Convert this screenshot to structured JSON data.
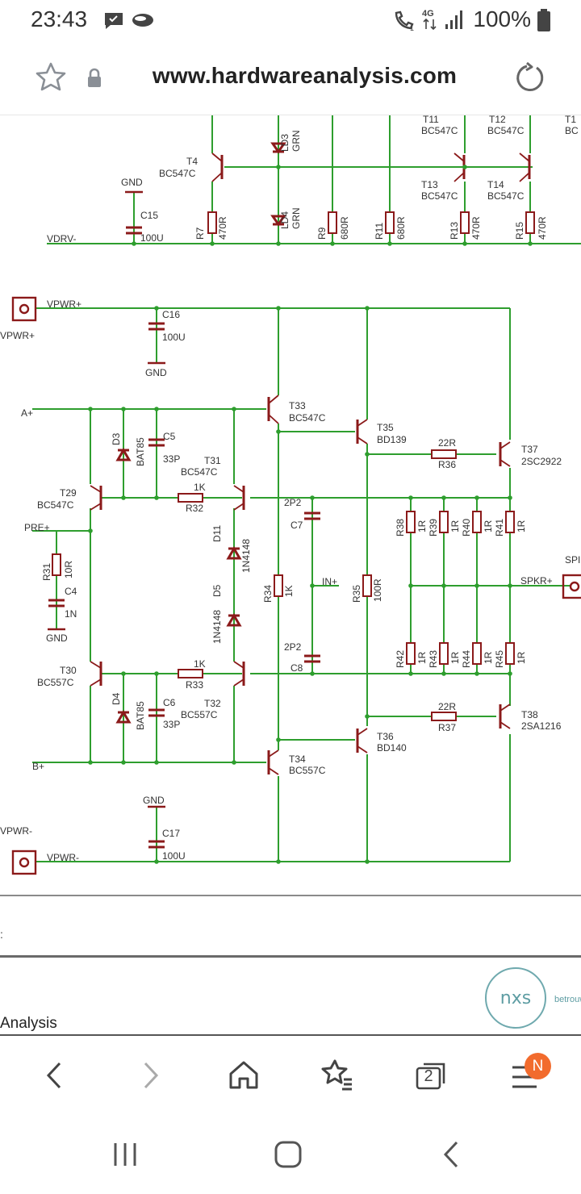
{
  "status_bar": {
    "time": "23:43",
    "battery": "100%",
    "network": "4G",
    "icons": [
      "message-icon",
      "cloud-icon",
      "wifi-call-icon",
      "signal-icon",
      "battery-icon"
    ]
  },
  "address_bar": {
    "url": "www.hardwareanalysis.com",
    "icons": [
      "star-icon",
      "lock-icon",
      "reload-icon"
    ]
  },
  "page": {
    "footer_text": "Analysis",
    "small_mark": ":",
    "logo_text": "nxs",
    "logo_tagline": "betrouw"
  },
  "schematic": {
    "line_color": "#2e9e2e",
    "part_color": "#8b1a1a",
    "labels": {
      "t11": "T11",
      "t11v": "BC547C",
      "t12": "T12",
      "t12v": "BC547C",
      "t15": "T1",
      "t15v": "BC",
      "t4": "T4",
      "t4v": "BC547C",
      "ld3": "LD3",
      "ld3v": "GRN",
      "ld4": "LD4",
      "ld4v": "GRN",
      "t13": "T13",
      "t13v": "BC547C",
      "t14": "T14",
      "t14v": "BC547C",
      "gnd1": "GND",
      "c15": "C15",
      "c15v": "100U",
      "r7": "R7",
      "r7v": "470R",
      "r9": "R9",
      "r9v": "680R",
      "r11": "R11",
      "r11v": "680R",
      "r13": "R13",
      "r13v": "470R",
      "r15": "R15",
      "r15v": "470R",
      "vdrv": "VDRV-",
      "vpwrp": "VPWR+",
      "vpwrp2": "VPWR+",
      "c16": "C16",
      "c16v": "100U",
      "gnd2": "GND",
      "ap": "A+",
      "t33": "T33",
      "t33v": "BC547C",
      "t35": "T35",
      "t35v": "BD139",
      "t37": "T37",
      "t37v": "2SC2922",
      "r36v": "22R",
      "r36": "R36",
      "d3": "D3",
      "d3v": "BAT85",
      "c5": "C5",
      "c5v": "33P",
      "t31": "T31",
      "t31v": "BC547C",
      "t29": "T29",
      "t29v": "BC547C",
      "r32v": "1K",
      "r32": "R32",
      "c7v": "2P2",
      "c7": "C7",
      "r38": "R38",
      "r39": "R39",
      "r40": "R40",
      "r41": "R41",
      "r1r": "1R",
      "pre": "PRE+",
      "d11": "D11",
      "d11v": "1N4148",
      "d5": "D5",
      "d5v": "1N4148",
      "r31": "R31",
      "r31v": "10R",
      "c4": "C4",
      "c4v": "1N",
      "gnd3": "GND",
      "r34": "R34",
      "r34v": "1K",
      "inp": "IN+",
      "r35": "R35",
      "r35v": "100R",
      "spkr": "SPKR+",
      "spk": "SPI",
      "c8v": "2P2",
      "c8": "C8",
      "r42": "R42",
      "r43": "R43",
      "r44": "R44",
      "r45": "R45",
      "t30": "T30",
      "t30v": "BC557C",
      "r33v": "1K",
      "r33": "R33",
      "d4": "D4",
      "d4v": "BAT85",
      "c6": "C6",
      "c6v": "33P",
      "t32": "T32",
      "t32v": "BC557C",
      "t36": "T36",
      "t36v": "BD140",
      "r37v": "22R",
      "r37": "R37",
      "t38": "T38",
      "t38v": "2SA1216",
      "bp": "B+",
      "t34": "T34",
      "t34v": "BC557C",
      "gnd4": "GND",
      "c17": "C17",
      "c17v": "100U",
      "vpwrm": "VPWR-",
      "vpwrm2": "VPWR-"
    }
  },
  "bottom_nav": {
    "tab_count": "2",
    "badge": "N",
    "buttons": [
      "back-icon",
      "forward-icon",
      "home-icon",
      "bookmarks-icon",
      "tabs-icon",
      "menu-icon"
    ]
  },
  "system_nav": [
    "recents-icon",
    "home-button-icon",
    "system-back-icon"
  ]
}
